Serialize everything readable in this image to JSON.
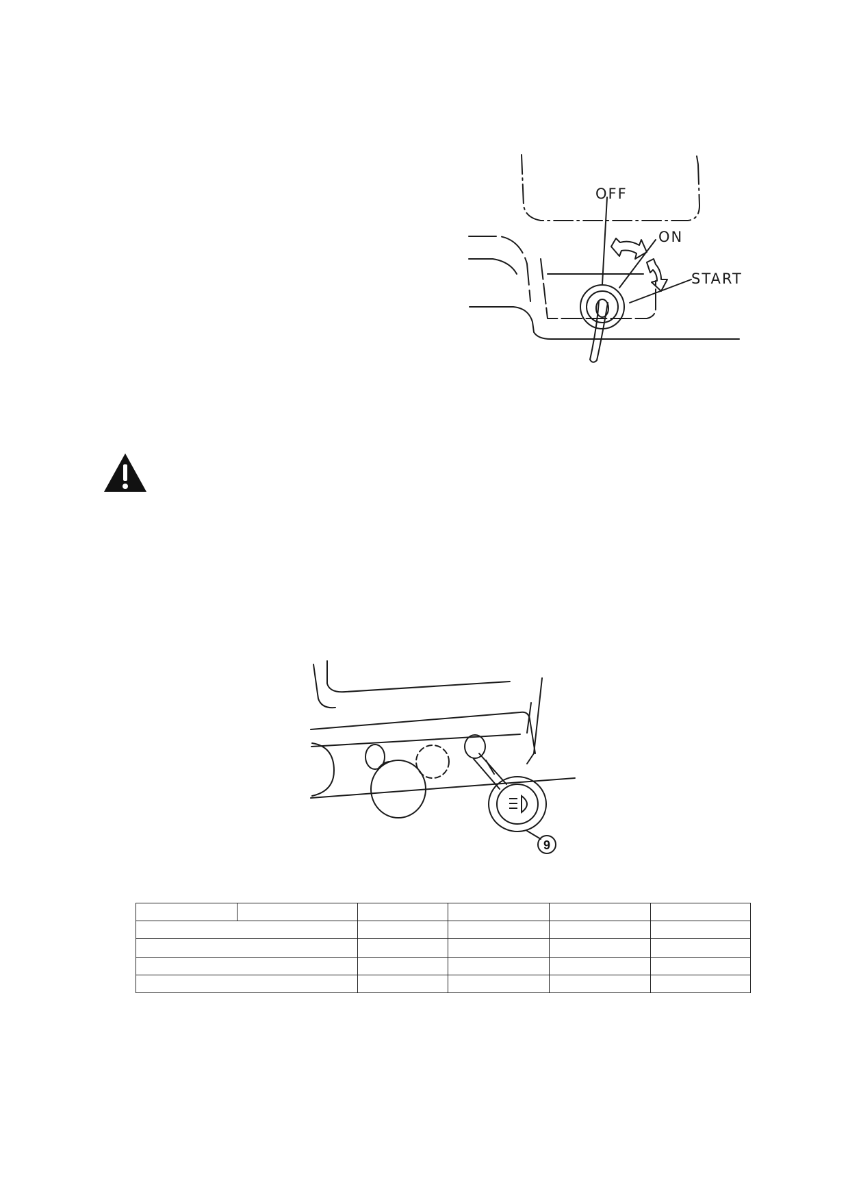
{
  "figure_1": {
    "labels": {
      "off": "OFF",
      "on": "ON",
      "start": "START"
    }
  },
  "warning": {
    "icon": "warning-triangle-icon"
  },
  "figure_2": {
    "callout": "9",
    "icon": "headlight-icon"
  },
  "spec_table": {
    "header": [
      "",
      "",
      "",
      "",
      "",
      ""
    ],
    "rows": [
      [
        "",
        "",
        "",
        "",
        ""
      ],
      [
        "",
        "",
        "",
        "",
        ""
      ],
      [
        "",
        "",
        "",
        "",
        ""
      ],
      [
        "",
        "",
        "",
        "",
        ""
      ]
    ]
  }
}
